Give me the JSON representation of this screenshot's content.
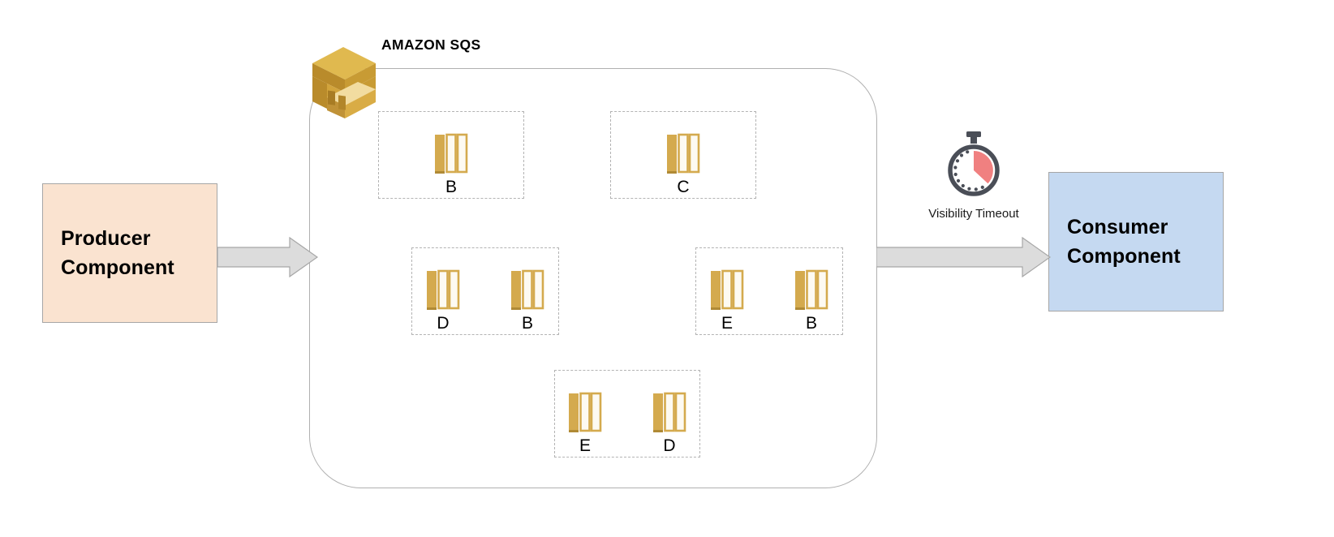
{
  "diagram": {
    "title": "AMAZON SQS",
    "producer": {
      "label": "Producer\nComponent",
      "fill": "#fae3d0",
      "stroke": "#a6a6a6"
    },
    "consumer": {
      "label": "Consumer\nComponent",
      "fill": "#c5d9f1",
      "stroke": "#a6a6a6"
    },
    "queue": {
      "name": "AMAZON SQS",
      "logo_icon": "amazon-sqs-icon",
      "stroke": "#b0b0b0"
    },
    "visibility_timeout": {
      "label": "Visibility Timeout",
      "icon": "stopwatch-icon",
      "ring_color": "#4a4e57",
      "wedge_color": "#f08080"
    },
    "arrows": [
      {
        "name": "producer-to-queue-arrow",
        "fill": "#dcdcdc",
        "stroke": "#a6a6a6"
      },
      {
        "name": "queue-to-consumer-arrow",
        "fill": "#dcdcdc",
        "stroke": "#a6a6a6"
      }
    ],
    "message_icon": {
      "name": "message-icon",
      "bar_fill": "#d4aa4e",
      "bar_stroke": "#c8a04a"
    },
    "message_groups": [
      {
        "id": "group-1",
        "messages": [
          {
            "label": "B"
          }
        ]
      },
      {
        "id": "group-2",
        "messages": [
          {
            "label": "C"
          }
        ]
      },
      {
        "id": "group-3",
        "messages": [
          {
            "label": "D"
          },
          {
            "label": "B"
          }
        ]
      },
      {
        "id": "group-4",
        "messages": [
          {
            "label": "E"
          },
          {
            "label": "B"
          }
        ]
      },
      {
        "id": "group-5",
        "messages": [
          {
            "label": "E"
          },
          {
            "label": "D"
          }
        ]
      }
    ]
  }
}
